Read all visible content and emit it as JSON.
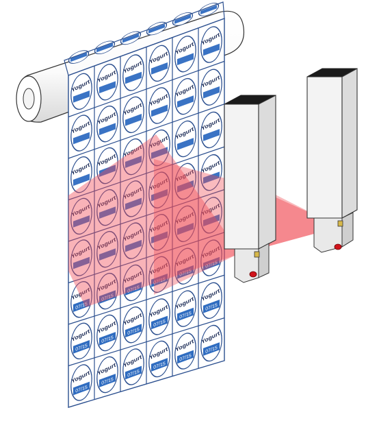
{
  "label": {
    "product_text": "Yogurt",
    "date_code": "07/15"
  },
  "sheet": {
    "columns": 6,
    "rows": 8,
    "printed_rows": 3
  },
  "colors": {
    "outline_blue": "#2b4f8f",
    "patch_blue": "#3a73c4",
    "date_blue": "#2f6cc0",
    "laser_red": "#f04b55",
    "sensor_body": "#f1f1f1",
    "sensor_cap": "#1b1b1b",
    "lens_red": "#d0141c"
  }
}
